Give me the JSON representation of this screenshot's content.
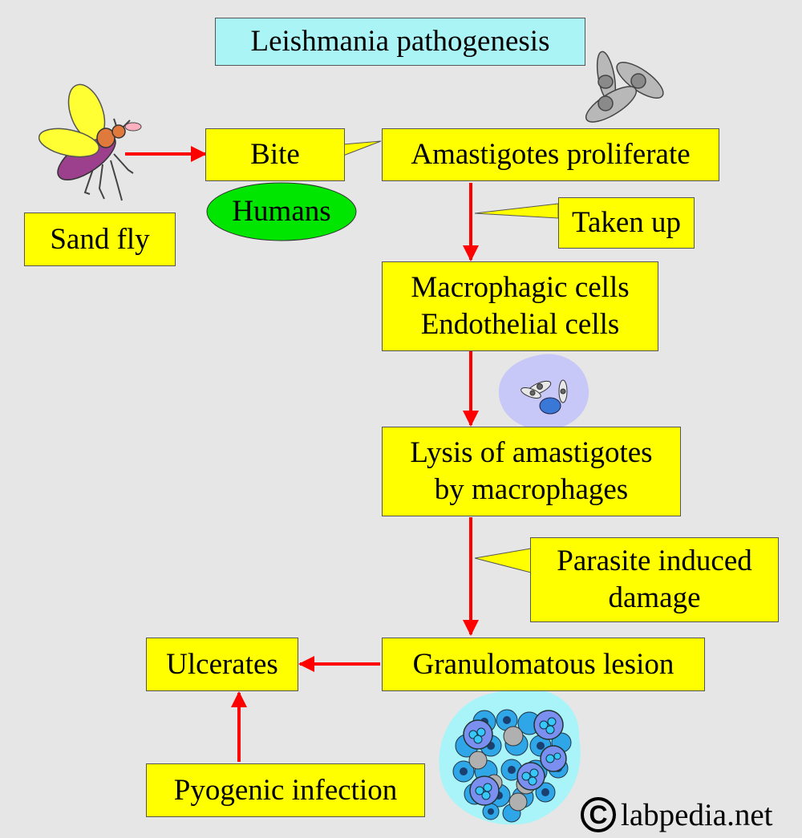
{
  "title": "Leishmania pathogenesis",
  "nodes": {
    "bite": "Bite",
    "humans": "Humans",
    "sand_fly": "Sand fly",
    "amastigotes_proliferate": "Amastigotes proliferate",
    "taken_up": "Taken up",
    "macrophagic_cells": [
      "Macrophagic cells",
      "Endothelial cells"
    ],
    "lysis": [
      "Lysis of amastigotes",
      "by macrophages"
    ],
    "parasite_damage": [
      "Parasite induced",
      "damage"
    ],
    "granulomatous_lesion": "Granulomatous lesion",
    "ulcerates": "Ulcerates",
    "pyogenic_infection": "Pyogenic infection"
  },
  "watermark": {
    "symbol": "C",
    "text": "labpedia.net"
  },
  "colors": {
    "background": "#e6e6e6",
    "box_fill": "#ffff00",
    "title_fill": "#aaf4f6",
    "humans_fill": "#00e600",
    "arrow": "#ff0000",
    "fly_body": "#9c3f8c",
    "fly_wings": "#ffff33",
    "cell_fill": "#c8c8f8",
    "lesion_fill": "#a8f4f8"
  },
  "icons": [
    "sand-fly-icon",
    "amastigotes-icon",
    "macrophage-cell-icon",
    "granuloma-cluster-icon"
  ]
}
